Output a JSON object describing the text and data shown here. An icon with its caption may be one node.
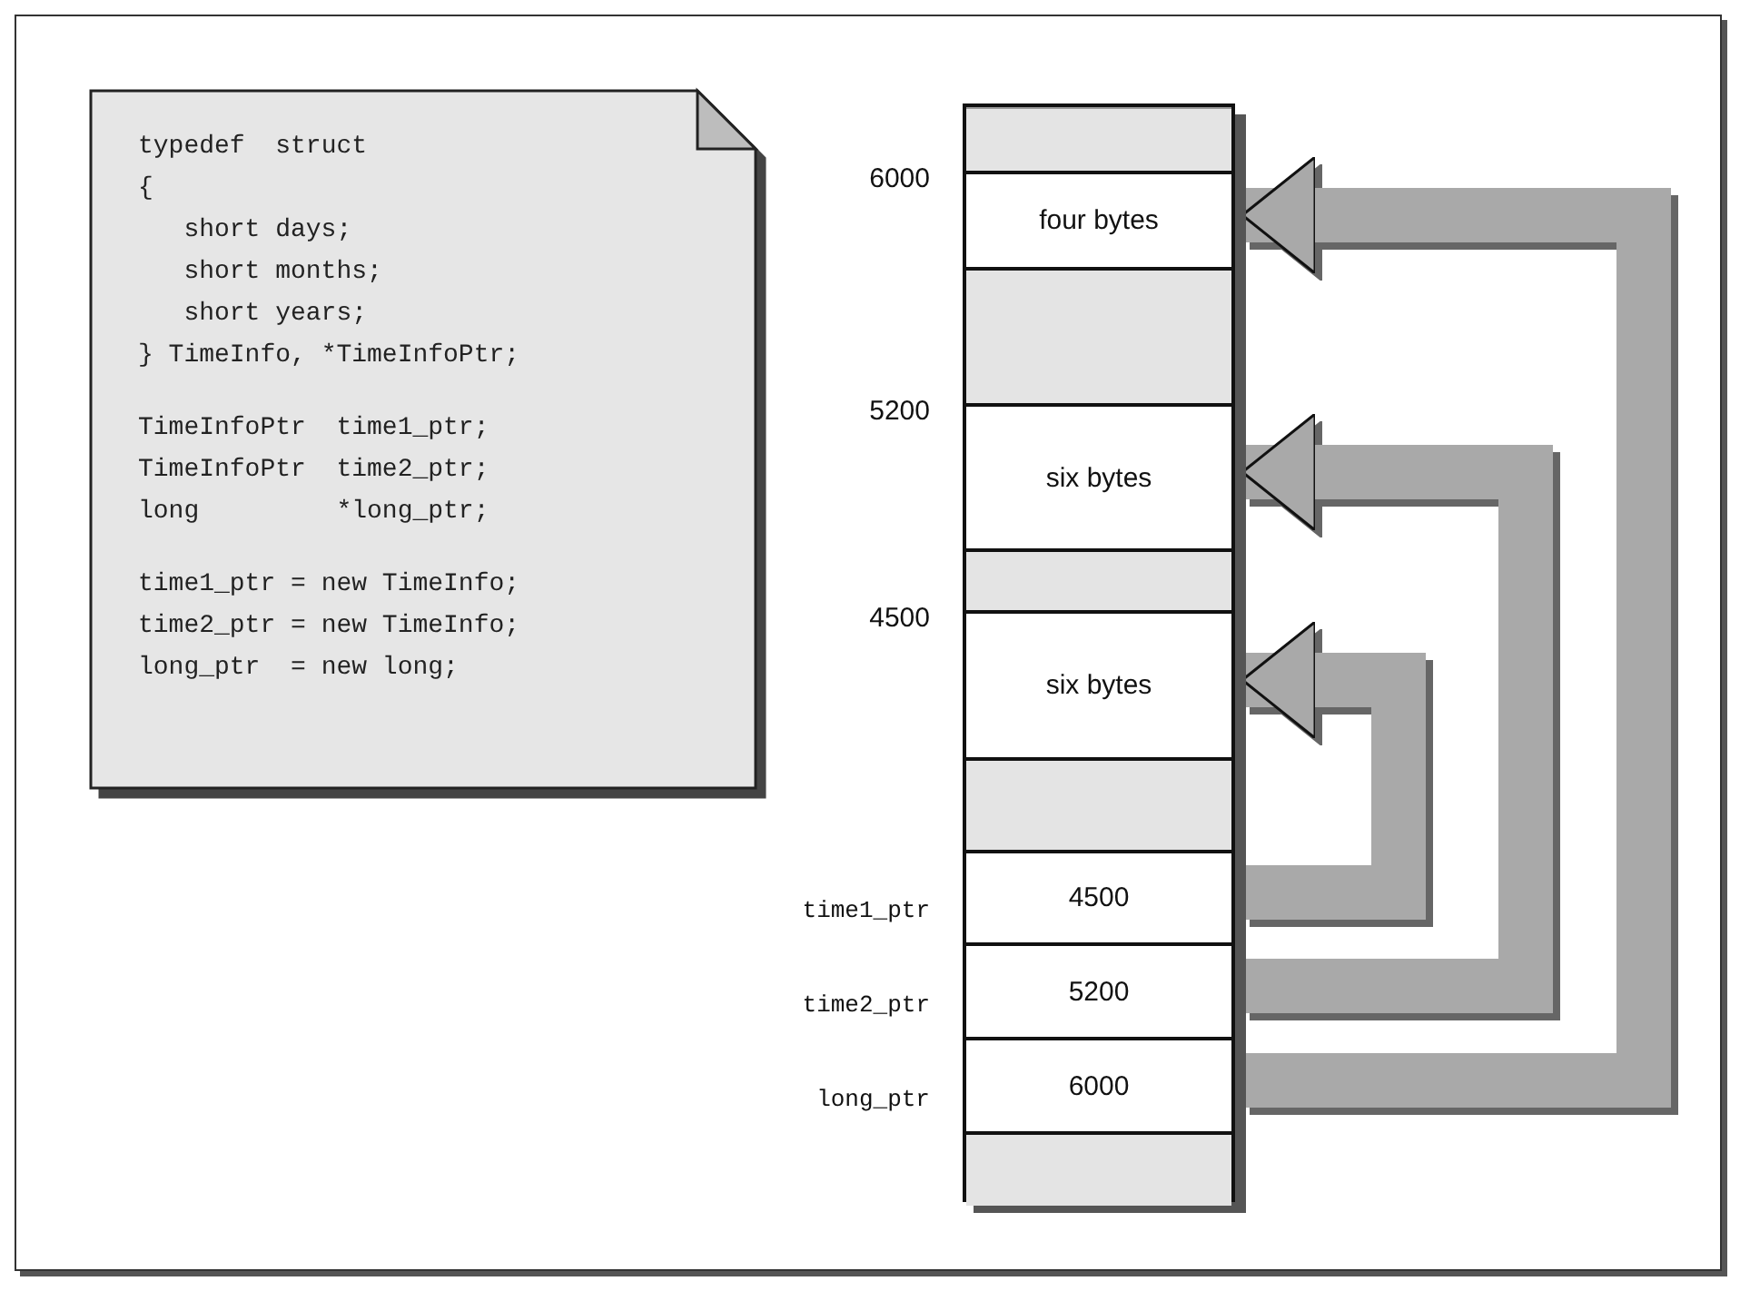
{
  "diagram": {
    "nodes": [
      {
        "text": [
          "typedef  struct",
          "{",
          "short days;",
          "short months;",
          "short years;",
          "} TimeInfo, *TimeInfoPtr;",
          "TimeInfoPtr  time1_ptr;",
          "TimeInfoPtr  time2_ptr;",
          "long         *long_ptr;",
          "time1_ptr = new TimeInfo;",
          "time2_ptr = new TimeInfo;",
          "long_ptr  = new long;"
        ]
      },
      {
        "text": [],
        "shape": "bar"
      },
      {
        "text": [],
        "shape": "box",
        "in": 1
      },
      {
        "text": [
          "four bytes"
        ],
        "beside": [
          "6000"
        ],
        "in": 1
      },
      {
        "text": [],
        "shape": "box",
        "in": 1
      },
      {
        "text": [
          "six bytes"
        ],
        "beside": [
          "5200"
        ],
        "in": 1
      },
      {
        "text": [],
        "shape": "box",
        "in": 1
      },
      {
        "text": [
          "six bytes"
        ],
        "beside": [
          "4500"
        ],
        "in": 1
      },
      {
        "text": [],
        "shape": "box",
        "in": 1
      },
      {
        "text": [
          "4500"
        ],
        "beside": [
          "time1_ptr"
        ],
        "in": 1
      },
      {
        "text": [
          "5200"
        ],
        "beside": [
          "time2_ptr"
        ],
        "in": 1
      },
      {
        "text": [
          "6000"
        ],
        "beside": [
          "long_ptr"
        ],
        "in": 1
      },
      {
        "text": [],
        "shape": "box",
        "in": 1
      }
    ],
    "edges": [
      {
        "from": 9,
        "to": 7,
        "arrow": "to"
      },
      {
        "from": 10,
        "to": 5,
        "arrow": "to"
      },
      {
        "from": 11,
        "to": 3,
        "arrow": "to"
      }
    ]
  }
}
